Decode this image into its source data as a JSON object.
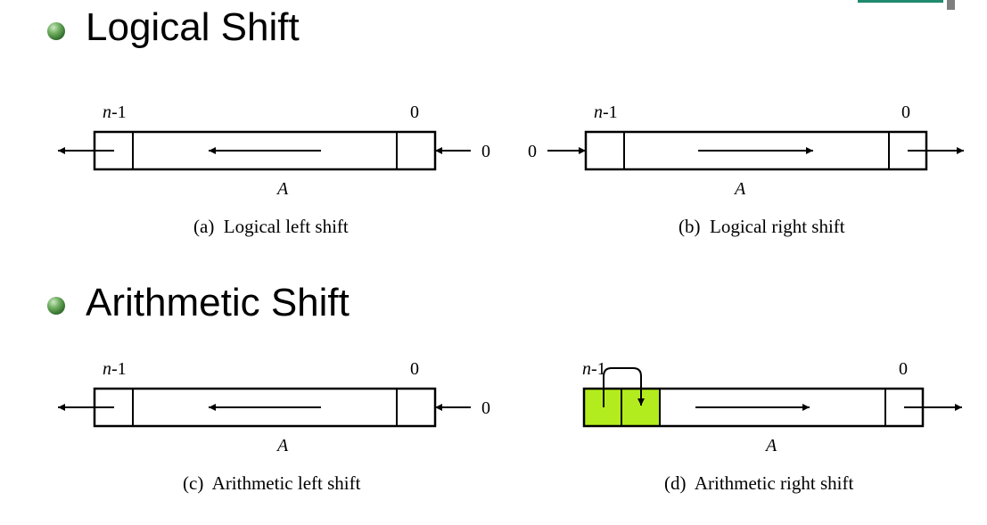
{
  "sections": [
    {
      "title": "Logical Shift",
      "diagrams": [
        {
          "msb_label": "n-1",
          "msb_prefix": "n",
          "msb_suffix": "-1",
          "lsb_label": "0",
          "register_label": "A",
          "input_label": "0",
          "caption": "(a)  Logical left shift"
        },
        {
          "msb_label": "n-1",
          "msb_prefix": "n",
          "msb_suffix": "-1",
          "lsb_label": "0",
          "register_label": "A",
          "input_label": "0",
          "caption": "(b)  Logical right shift"
        }
      ]
    },
    {
      "title": "Arithmetic Shift",
      "diagrams": [
        {
          "msb_label": "n-1",
          "msb_prefix": "n",
          "msb_suffix": "-1",
          "lsb_label": "0",
          "register_label": "A",
          "input_label": "0",
          "caption": "(c)  Arithmetic left shift"
        },
        {
          "msb_label": "n-1",
          "msb_prefix": "n",
          "msb_suffix": "-1",
          "lsb_label": "0",
          "register_label": "A",
          "caption": "(d)  Arithmetic right shift"
        }
      ]
    }
  ],
  "colors": {
    "sign_bit_fill": "#b3ec1e",
    "bullet": "#3f7f3a",
    "accent_line": "#1f8a6e"
  }
}
